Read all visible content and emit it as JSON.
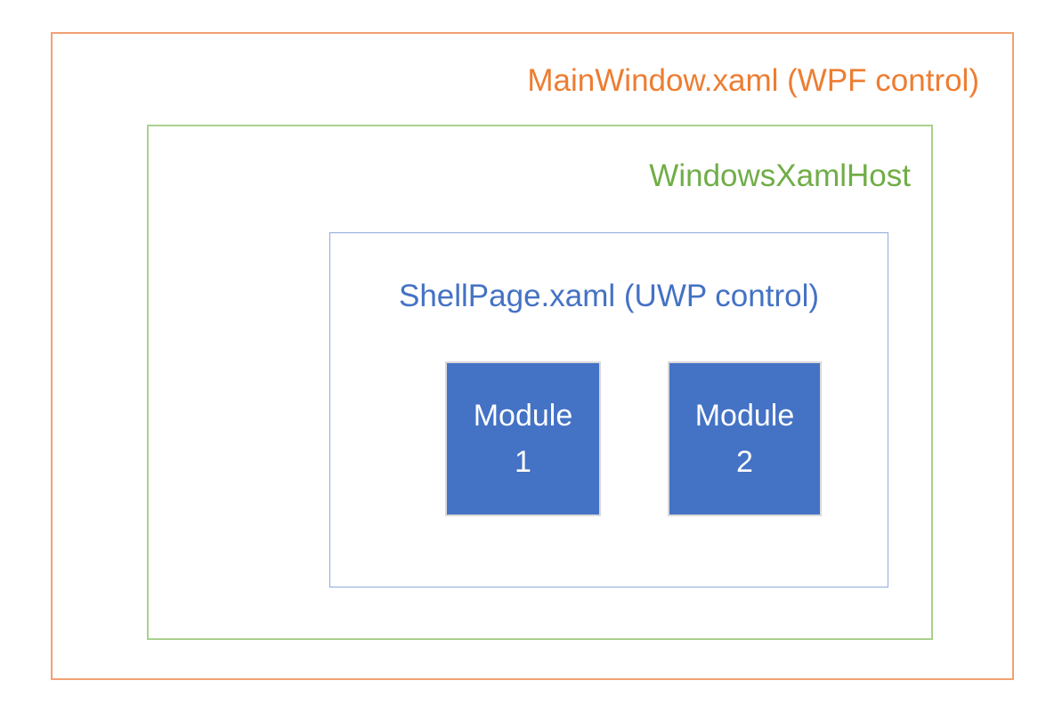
{
  "diagram": {
    "title": "MainWindow.xaml (WPF control)",
    "outer_box": {
      "label": "MainWindow.xaml (WPF control)",
      "text_color": "#ED7D31",
      "border_color": "#F1A173"
    },
    "host_box": {
      "label": "WindowsXamlHost",
      "text_color": "#70AD47",
      "border_color": "#A9D18E"
    },
    "shell_box": {
      "label": "ShellPage.xaml (UWP control)",
      "text_color": "#4472C4",
      "border_color": "#8EAADB"
    },
    "modules": [
      {
        "line1": "Module",
        "line2": "1"
      },
      {
        "line1": "Module",
        "line2": "2"
      }
    ],
    "module_style": {
      "fill_color": "#4472C4",
      "border_color": "#D9D9D9",
      "text_color": "#FFFFFF"
    },
    "background_color": "#FFFFFF"
  }
}
